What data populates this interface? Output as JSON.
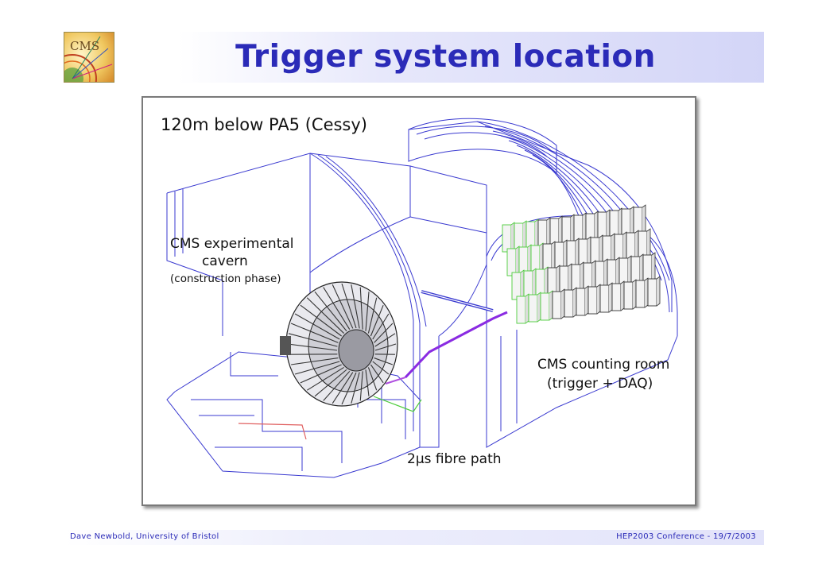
{
  "header": {
    "logo_text": "CMS",
    "title": "Trigger system location"
  },
  "figure": {
    "depth_label": "120m below PA5 (Cessy)",
    "cavern_label_line1": "CMS experimental",
    "cavern_label_line2": "cavern",
    "cavern_label_line3": "(construction phase)",
    "counting_room_line1": "CMS counting room",
    "counting_room_line2": "(trigger + DAQ)",
    "fibre_label": "2µs fibre path"
  },
  "footer": {
    "author": "Dave Newbold, University of Bristol",
    "event": "HEP2003 Conference - 19/7/2003"
  },
  "colors": {
    "title": "#2b2bb8",
    "outline": "#3a3ad0",
    "fibre": "#8a2be2",
    "racks_highlight": "#4ccc3a"
  }
}
